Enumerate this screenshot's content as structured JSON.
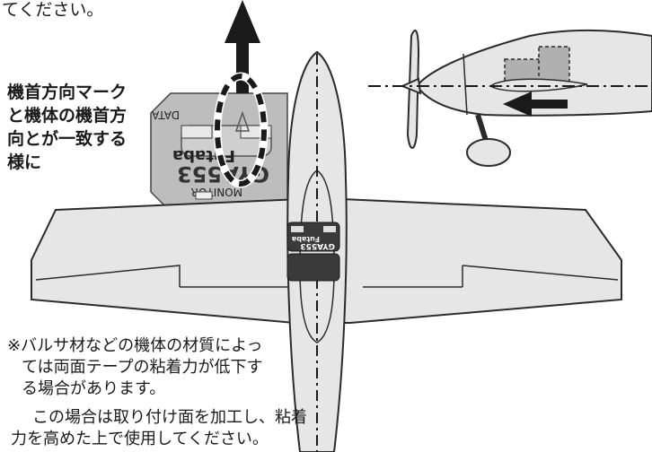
{
  "intro_text": "てください。",
  "callout": [
    "機首方向マーク",
    "と機体の機首方",
    "向とが一致する",
    "様に"
  ],
  "gyro_big": {
    "data": "DATA",
    "brand": "Futaba",
    "model": "GYA553",
    "monitor": "MONITOR"
  },
  "gyro_small": {
    "brand": "Futaba",
    "model": "GYA553"
  },
  "note1": [
    "※バルサ材などの機体の材質によっ",
    "ては両面テープの粘着力が低下す",
    "る場合があります。"
  ],
  "note2": [
    "この場合は取り付け面を加工し、粘着",
    "力を高めた上で使用してください。"
  ],
  "colors": {
    "airplane_fill": "#e6e6e6",
    "outline": "#2b2b2b",
    "gyro_fill": "#cfcfcf",
    "arrow": "#1a1a1a"
  }
}
